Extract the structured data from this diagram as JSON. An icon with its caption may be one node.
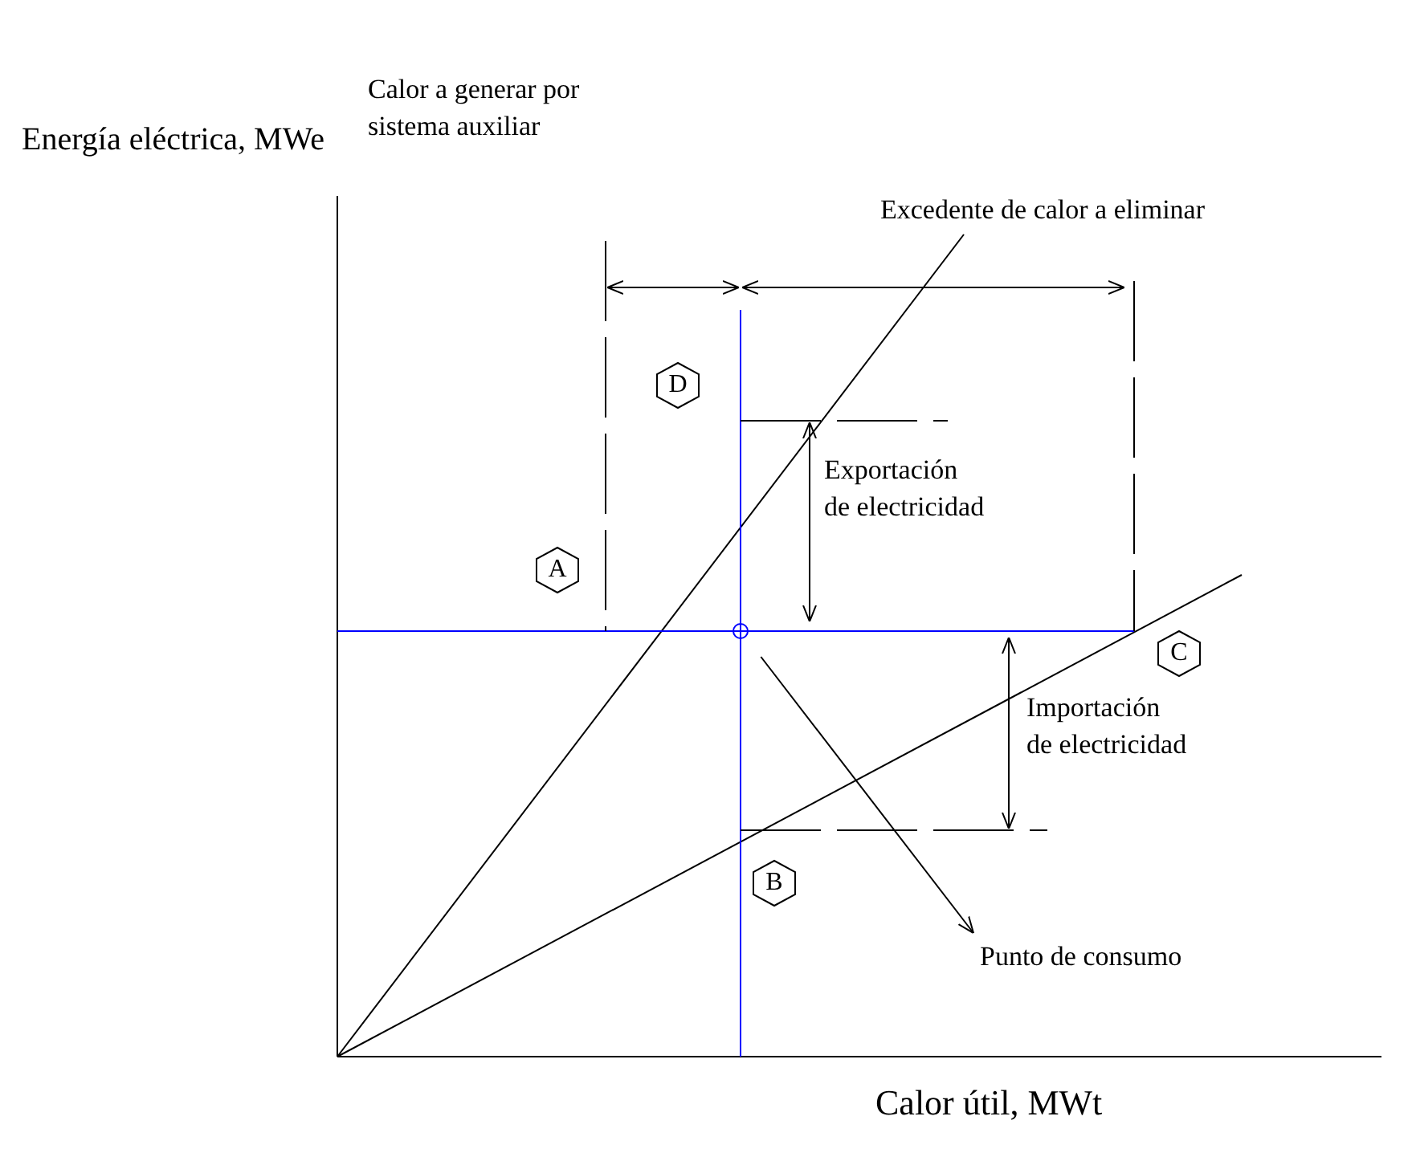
{
  "diagram": {
    "nodes": [
      {
        "text": [
          "D"
        ]
      },
      {
        "text": [
          "A"
        ]
      },
      {
        "text": [],
        "shape": "circle"
      },
      {
        "text": [
          "C"
        ]
      },
      {
        "text": [
          "B"
        ]
      },
      {
        "text": [
          "Punto de consumo"
        ]
      }
    ],
    "edges": [
      {
        "from": 2,
        "to": 5,
        "arrow": "to"
      }
    ],
    "labels": [
      "Energía eléctrica, MWe",
      "Calor a generar por sistema auxiliar",
      "Excedente de calor a eliminar",
      "Exportación de electricidad",
      "Importación de electricidad",
      "Calor útil, MWt"
    ]
  }
}
